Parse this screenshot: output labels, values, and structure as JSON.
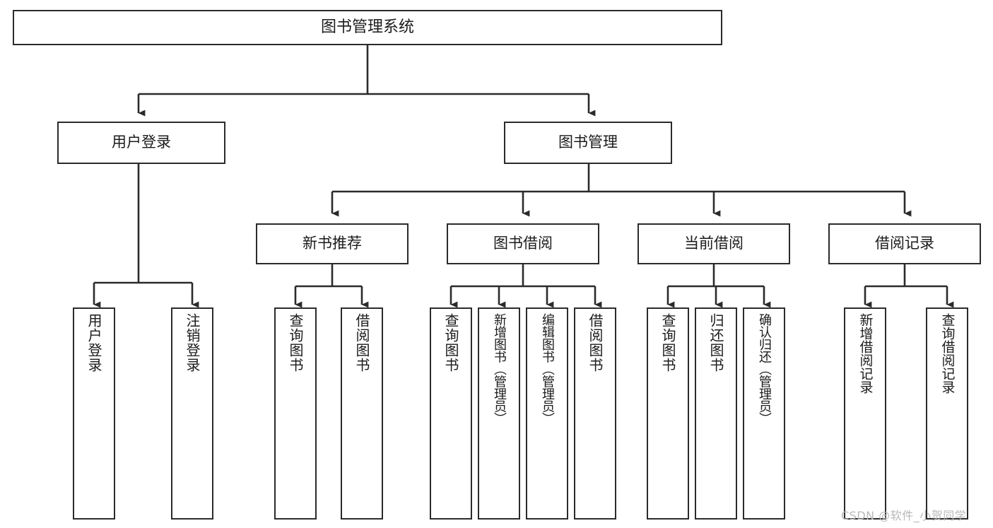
{
  "diagram": {
    "title": "图书管理系统",
    "type": "functional-structure-tree",
    "watermark": "CSDN @软件_小贺同学",
    "colors": {
      "background": "#ffffff",
      "stroke": "#2b2b2b",
      "text": "#1b1b1b",
      "watermark": "#b9b9b9"
    },
    "root": {
      "id": "root",
      "label": "图书管理系统"
    },
    "level1": [
      {
        "id": "user-login",
        "label": "用户登录"
      },
      {
        "id": "book-manage",
        "label": "图书管理"
      }
    ],
    "level2": [
      {
        "id": "new-book-rec",
        "label": "新书推荐",
        "parent": "book-manage"
      },
      {
        "id": "book-borrow",
        "label": "图书借阅",
        "parent": "book-manage"
      },
      {
        "id": "current-borrow",
        "label": "当前借阅",
        "parent": "book-manage"
      },
      {
        "id": "borrow-record",
        "label": "借阅记录",
        "parent": "book-manage"
      }
    ],
    "leaves": [
      {
        "id": "leaf-user-login",
        "label": "用户登录",
        "parent": "user-login"
      },
      {
        "id": "leaf-user-logout",
        "label": "注销登录",
        "parent": "user-login"
      },
      {
        "id": "leaf-rec-query-book",
        "label": "查询图书",
        "parent": "new-book-rec"
      },
      {
        "id": "leaf-rec-borrow-book",
        "label": "借阅图书",
        "parent": "new-book-rec"
      },
      {
        "id": "leaf-borrow-query-book",
        "label": "查询图书",
        "parent": "book-borrow"
      },
      {
        "id": "leaf-borrow-add-book",
        "label": "新增图书（管理员）",
        "parent": "book-borrow"
      },
      {
        "id": "leaf-borrow-edit-book",
        "label": "编辑图书（管理员）",
        "parent": "book-borrow"
      },
      {
        "id": "leaf-borrow-borrow-book",
        "label": "借阅图书",
        "parent": "book-borrow"
      },
      {
        "id": "leaf-cur-query-book",
        "label": "查询图书",
        "parent": "current-borrow"
      },
      {
        "id": "leaf-cur-return-book",
        "label": "归还图书",
        "parent": "current-borrow"
      },
      {
        "id": "leaf-cur-confirm-return",
        "label": "确认归还（管理员）",
        "parent": "current-borrow"
      },
      {
        "id": "leaf-rec-add-record",
        "label": "新增借阅记录",
        "parent": "borrow-record"
      },
      {
        "id": "leaf-rec-query-record",
        "label": "查询借阅记录",
        "parent": "borrow-record"
      }
    ]
  }
}
